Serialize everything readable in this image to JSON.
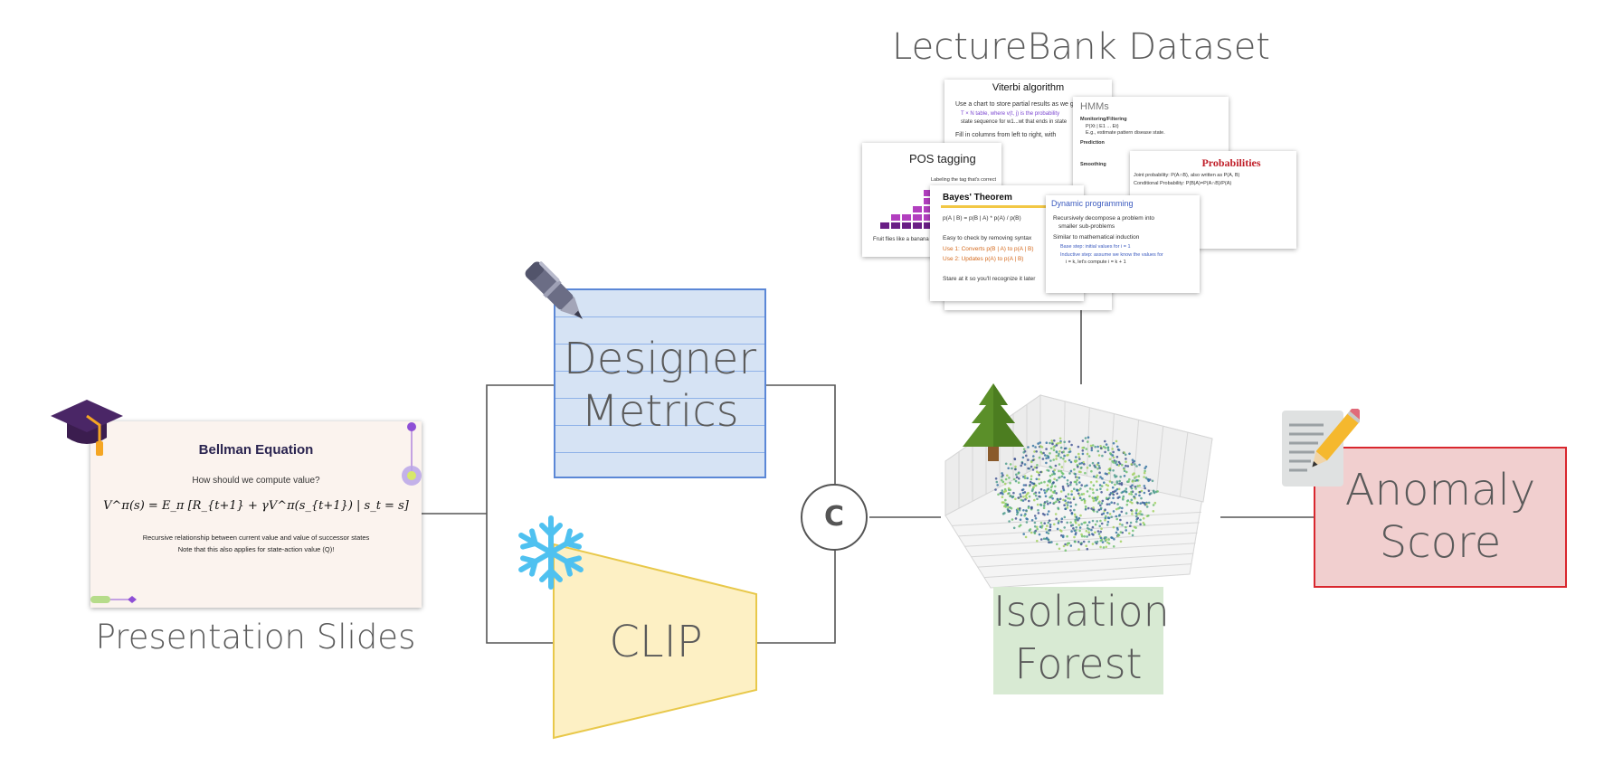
{
  "title": "LectureBank Dataset",
  "input": {
    "label": "Presentation Slides",
    "slide": {
      "title": "Bellman Equation",
      "question": "How should we compute value?",
      "equation": "V^π(s) = E_π [R_{t+1} + γV^π(s_{t+1}) | s_t = s]",
      "line1": "Recursive relationship between current value and value of successor states",
      "line2": "Note that this also applies for state-action value (Q)!"
    }
  },
  "designer_metrics": {
    "line1": "Designer",
    "line2": "Metrics"
  },
  "clip": {
    "label": "CLIP"
  },
  "concat": {
    "symbol": "C"
  },
  "isolation_forest": {
    "line1": "Isolation",
    "line2": "Forest"
  },
  "anomaly_score": {
    "line1": "Anomaly",
    "line2": "Score"
  },
  "dataset_slides": {
    "viterbi": {
      "title": "Viterbi algorithm",
      "b1": "Use a chart to store partial results as we go",
      "b2": "T × N table, where v(t, j) is the probability",
      "b3": "state sequence for w1...wt that ends in state",
      "b4": "Fill in columns from left to right, with"
    },
    "hmms": {
      "title": "HMMs",
      "b1": "Monitoring/Filtering",
      "b2": "P(Xt | E1 ... Et)",
      "b3": "E.g., estimate pattern disease state.",
      "b4": "Prediction",
      "b5": "Smoothing"
    },
    "pos": {
      "title": "POS tagging",
      "sub": "Labeling the tag that's correct",
      "foot": "Fruit flies like a banana"
    },
    "probabilities": {
      "title": "Probabilities",
      "b1": "Joint probability: P(A∩B), also written as P(A, B)",
      "b2": "Conditional Probability: P(B|A)=P(A∩B)/P(A)"
    },
    "bayes": {
      "title": "Bayes' Theorem",
      "b1": "p(A | B) = p(B | A) * p(A) / p(B)",
      "b2": "Easy to check by removing syntax",
      "b3": "Use 1: Converts p(B | A) to p(A | B)",
      "b4": "Use 2: Updates p(A) to p(A | B)",
      "b5": "Stare at it so you'll recognize it later"
    },
    "dp": {
      "title": "Dynamic programming",
      "b1": "Recursively decompose a problem into",
      "b1b": "smaller sub-problems",
      "b2": "Similar to mathematical induction",
      "b3": "Base step: initial values for i = 1",
      "b4": "Inductive step: assume we know the values for",
      "b4b": "i = k, let's compute i = k + 1"
    }
  },
  "icons": {
    "mortarboard": "graduation-cap-icon",
    "pen": "pen-icon",
    "snowflake": "snowflake-icon",
    "tree": "evergreen-tree-icon",
    "memo": "memo-icon"
  },
  "colors": {
    "designer_fill": "#d6e3f4",
    "designer_border": "#5b87d6",
    "clip_fill": "#fdf0c4",
    "clip_border": "#e8c84a",
    "forest_label_bg": "#d8ead3",
    "anomaly_fill": "#f1cfcf",
    "anomaly_border": "#d9272e",
    "connector": "#555555"
  }
}
